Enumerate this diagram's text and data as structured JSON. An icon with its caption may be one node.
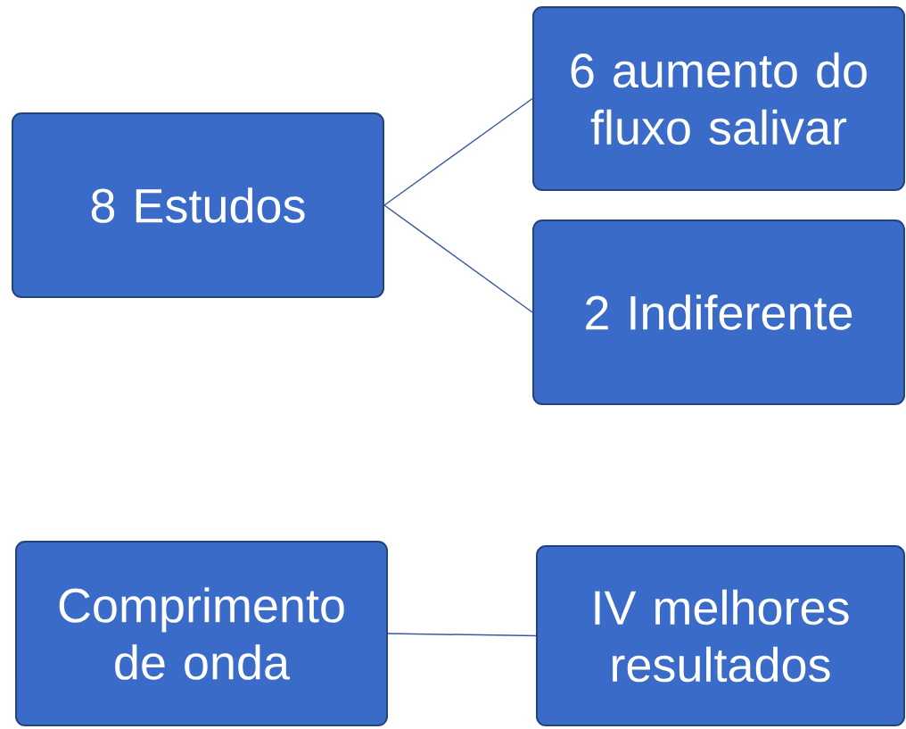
{
  "diagram": {
    "nodes": [
      {
        "text": [
          "8 Estudos"
        ]
      },
      {
        "text": [
          "6 aumento do fluxo salivar"
        ]
      },
      {
        "text": [
          "2 Indiferente"
        ]
      },
      {
        "text": [
          "Comprimento de onda"
        ]
      },
      {
        "text": [
          "IV melhores resultados"
        ]
      }
    ],
    "edges": [
      {
        "from": 0,
        "to": 1,
        "arrow": "none"
      },
      {
        "from": 0,
        "to": 2,
        "arrow": "none"
      },
      {
        "from": 3,
        "to": 4,
        "arrow": "none"
      }
    ]
  }
}
